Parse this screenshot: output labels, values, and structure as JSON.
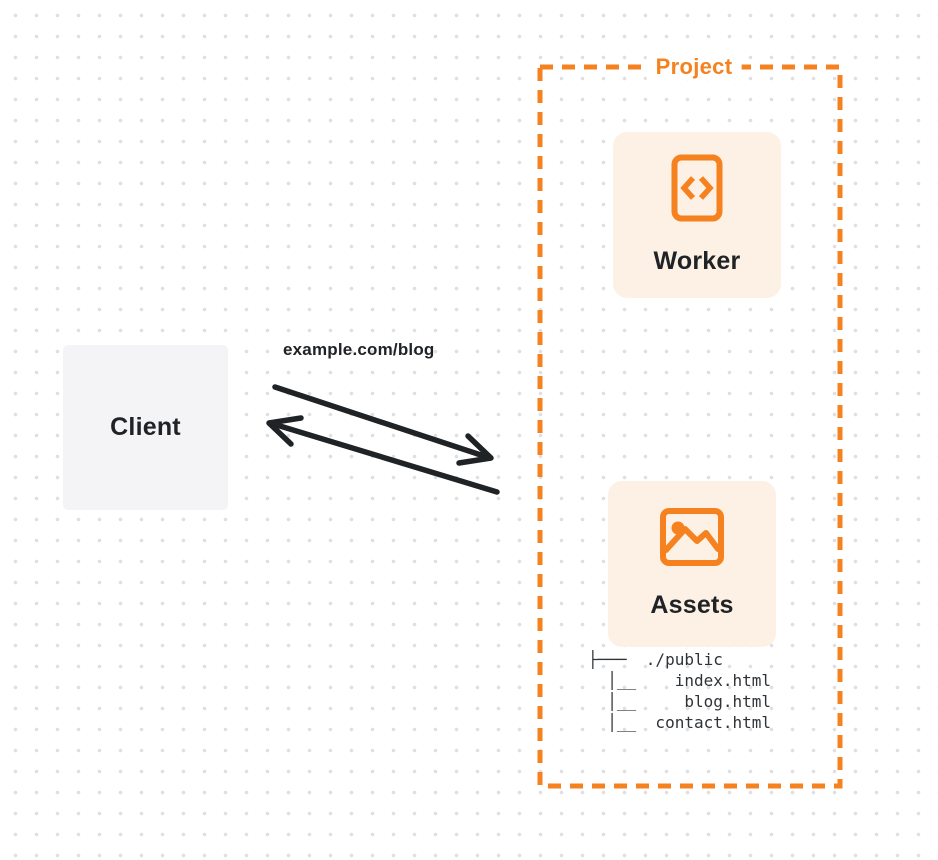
{
  "client": {
    "label": "Client"
  },
  "request": {
    "url_label": "example.com/blog"
  },
  "project": {
    "label": "Project",
    "worker_card": {
      "label": "Worker",
      "icon": "code-document-icon"
    },
    "assets_card": {
      "label": "Assets",
      "icon": "image-icon"
    },
    "file_tree": {
      "lines": [
        "├───  ./public",
        "  │__    index.html",
        "  │__     blog.html",
        "  │__  contact.html"
      ]
    }
  },
  "colors": {
    "accent": "#F6821F",
    "card-bg": "#FCF1E4",
    "client-bg": "#F4F4F6",
    "ink": "#202326",
    "tree-ink": "#2F3337",
    "dot": "#E0E0E3"
  }
}
